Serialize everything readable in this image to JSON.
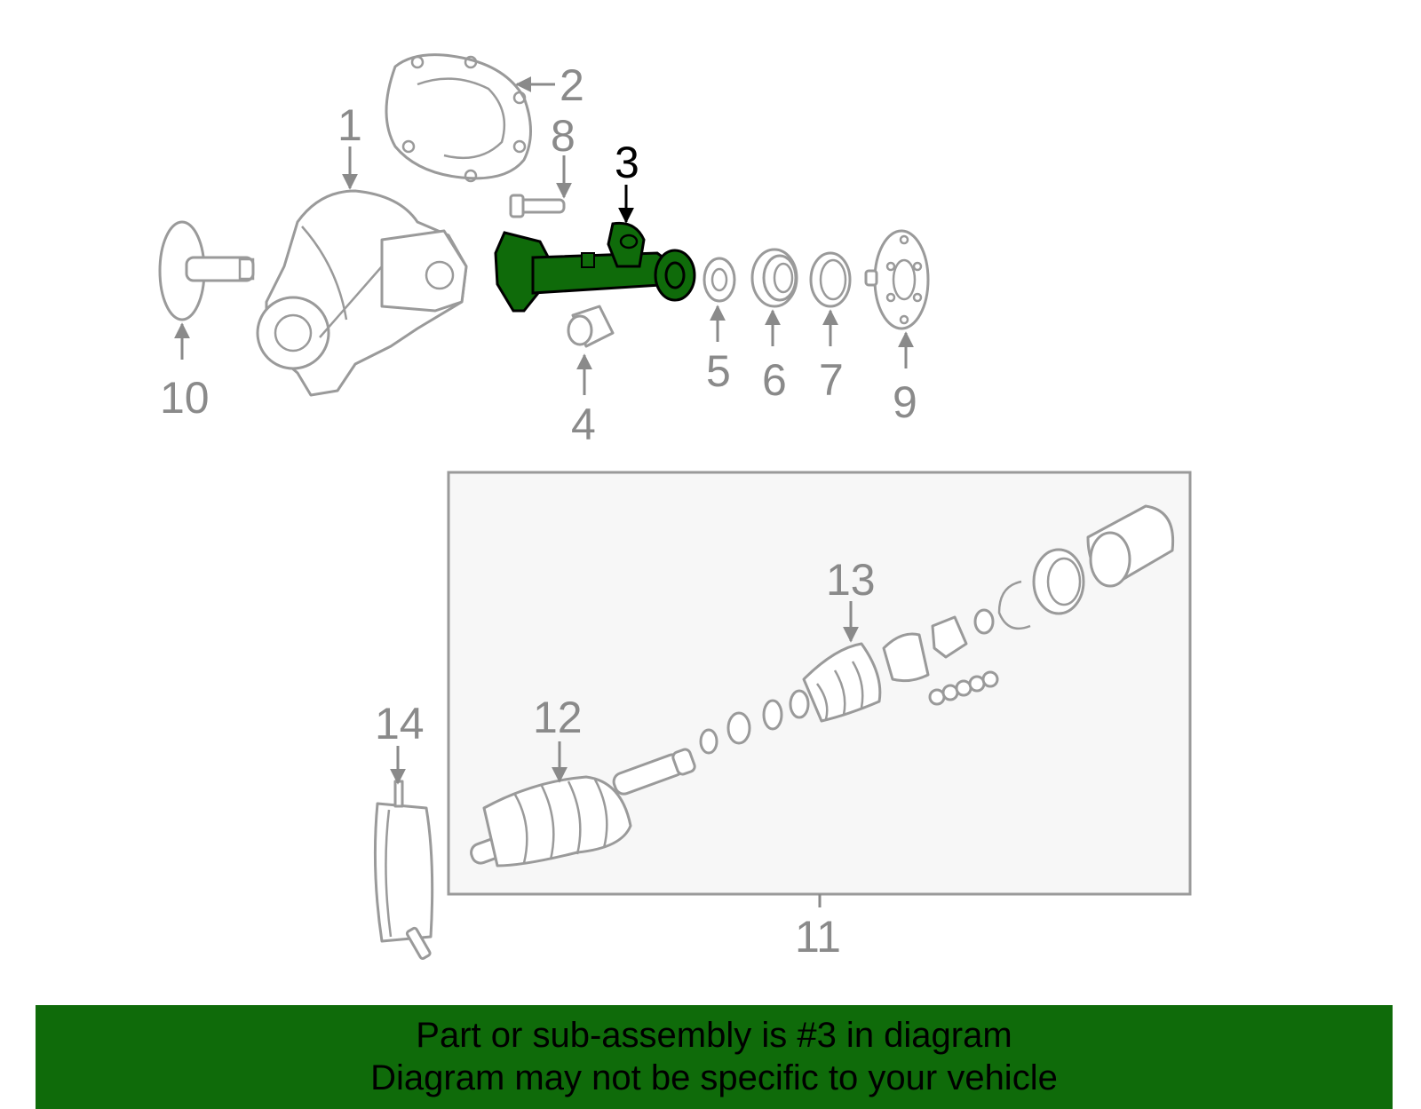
{
  "callouts": {
    "c1": "1",
    "c2": "2",
    "c3": "3",
    "c4": "4",
    "c5": "5",
    "c6": "6",
    "c7": "7",
    "c8": "8",
    "c9": "9",
    "c10": "10",
    "c11": "11",
    "c12": "12",
    "c13": "13",
    "c14": "14"
  },
  "highlight": {
    "part": "3",
    "color": "#0f6b0a"
  },
  "banner": {
    "line1": "Part or sub-assembly is #3 in diagram",
    "line2": "Diagram may not be specific to your vehicle",
    "background": "#0f6b0a"
  }
}
